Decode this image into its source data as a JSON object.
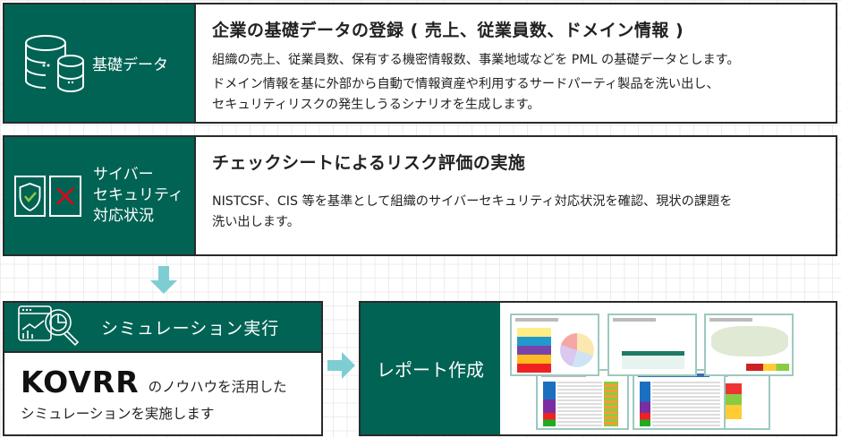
{
  "step1": {
    "label": "基礎データ",
    "title": "企業の基礎データの登録 ( 売上、従業員数、ドメイン情報 )",
    "lines": [
      "組織の売上、従業員数、保有する機密情報数、事業地域などを PML の基礎データとします。",
      "ドメイン情報を基に外部から自動で情報資産や利用するサードパーティ製品を洗い出し、",
      "セキュリティリスクの発生しうるシナリオを生成します。"
    ]
  },
  "step2": {
    "label_lines": [
      "サイバー",
      "セキュリティ",
      "対応状況"
    ],
    "title": "チェックシートによるリスク評価の実施",
    "lines": [
      "NISTCSF、CIS 等を基準として組織のサイバーセキュリティ対応状況を確認、現状の課題を",
      "洗い出します。"
    ]
  },
  "step3": {
    "header": "シミュレーション実行",
    "logo": "KOVRR",
    "line1": "のノウハウを活用した",
    "line2": "シミュレーションを実施します"
  },
  "step4": {
    "label": "レポート作成"
  },
  "colors": {
    "green": "#006354",
    "arrow": "#7ecdd3",
    "check": "#8cc63f",
    "cross": "#e60012"
  }
}
